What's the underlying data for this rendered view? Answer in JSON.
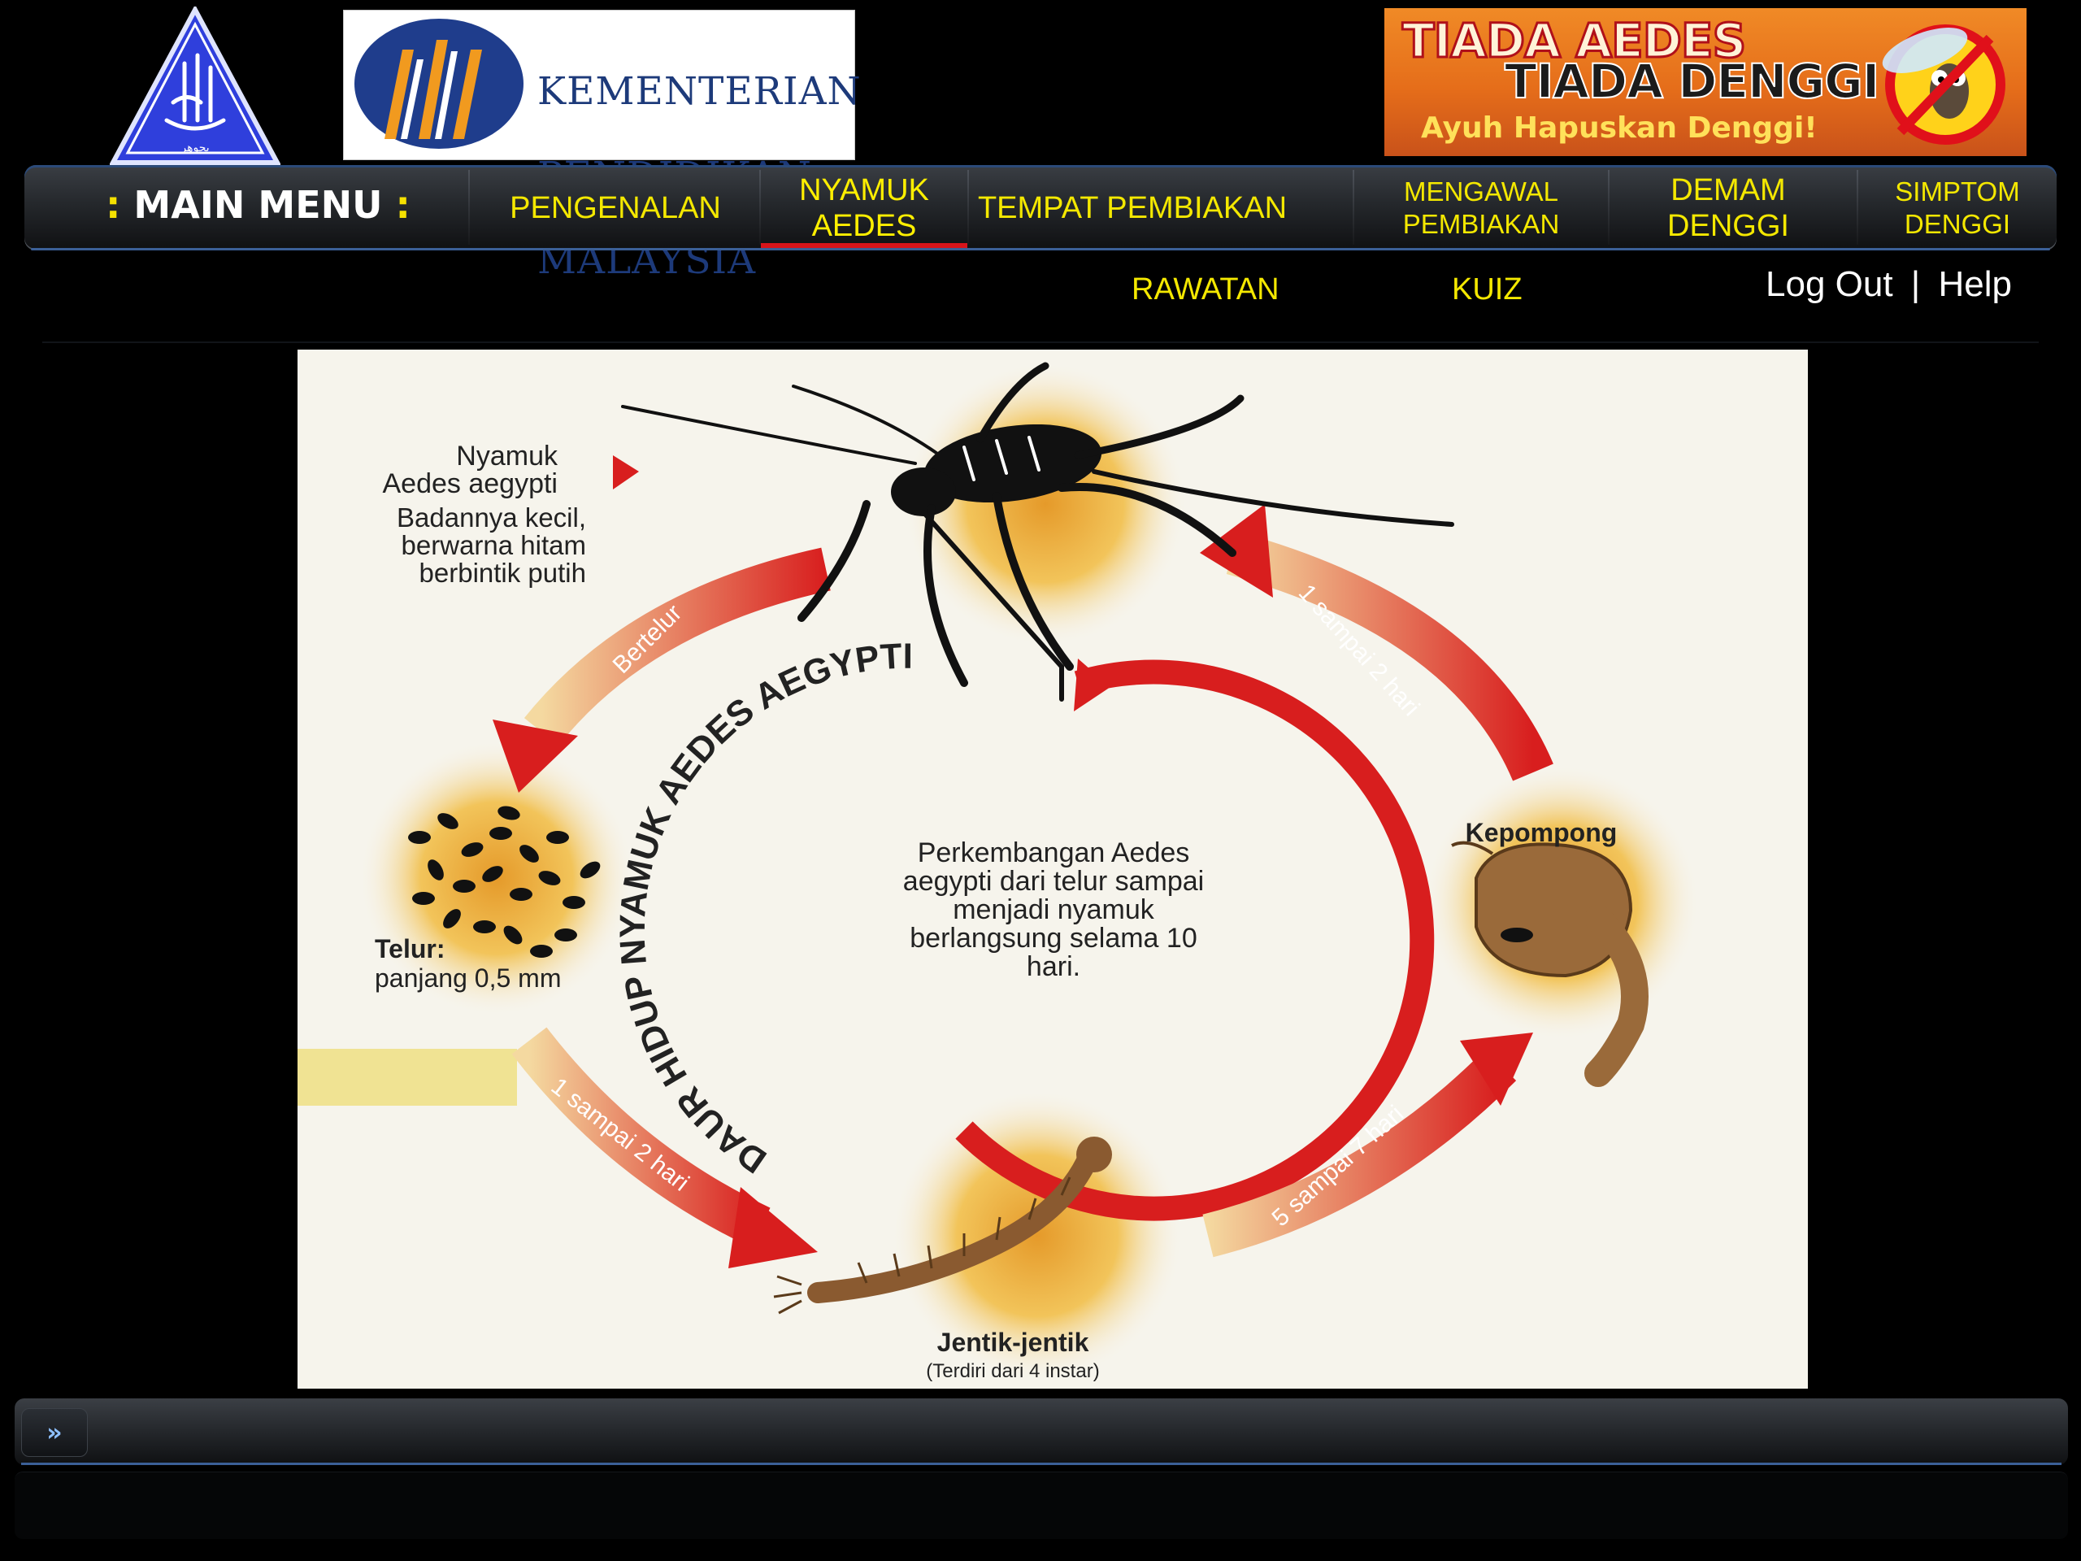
{
  "header": {
    "school_logo_alt": "",
    "kpm_logo": {
      "lines": [
        "KEMENTERIAN",
        "PENDIDIKAN",
        "MALAYSIA"
      ]
    },
    "banner": {
      "line1": "TIADA AEDES",
      "line2": "TIADA DENGGI",
      "line3": "Ayuh Hapuskan Denggi!"
    }
  },
  "nav": {
    "main_menu_label": "MAIN MENU",
    "colon": ":",
    "items": [
      {
        "label": "PENGENALAN"
      },
      {
        "label": "NYAMUK AEDES"
      },
      {
        "label": "TEMPAT PEMBIAKAN"
      },
      {
        "label": "MENGAWAL\nPEMBIAKAN"
      },
      {
        "label": "DEMAM DENGGI"
      },
      {
        "label": "SIMPTOM\nDENGGI"
      }
    ],
    "sub_items": [
      {
        "label": "RAWATAN"
      },
      {
        "label": "KUIZ"
      }
    ],
    "account": {
      "logout": "Log Out",
      "separator": "|",
      "help": "Help"
    }
  },
  "diagram": {
    "mosquito_title": "Nyamuk",
    "mosquito_species": "Aedes aegypti",
    "mosquito_desc_1": "Badannya kecil,",
    "mosquito_desc_2": "berwarna    hitam",
    "mosquito_desc_3": "berbintik putih",
    "cycle_title": "DAUR HIDUP NYAMUK AEDES AEGYPTI",
    "center_1": "Perkembangan Aedes",
    "center_2": "aegypti dari telur sampai",
    "center_3": "menjadi nyamuk",
    "center_4": "berlangsung selama 10",
    "center_5": "hari.",
    "arrow_lay": "Bertelur",
    "arrow_egg_larva": "1 sampai 2 hari",
    "arrow_larva_pupa": "5 sampai 7 hari",
    "arrow_pupa_adult": "1 sampai 2 hari",
    "egg_title": "Telur:",
    "egg_desc": "panjang 0,5 mm",
    "pupa_label": "Kepompong",
    "larva_label": "Jentik-jentik",
    "larva_desc": "(Terdiri dari 4 instar)"
  },
  "footer": {
    "expand_label": "»"
  },
  "colors": {
    "nav_text": "#f4e800",
    "active_underline": "#d8141a",
    "arrow_red": "#d81e1e"
  }
}
